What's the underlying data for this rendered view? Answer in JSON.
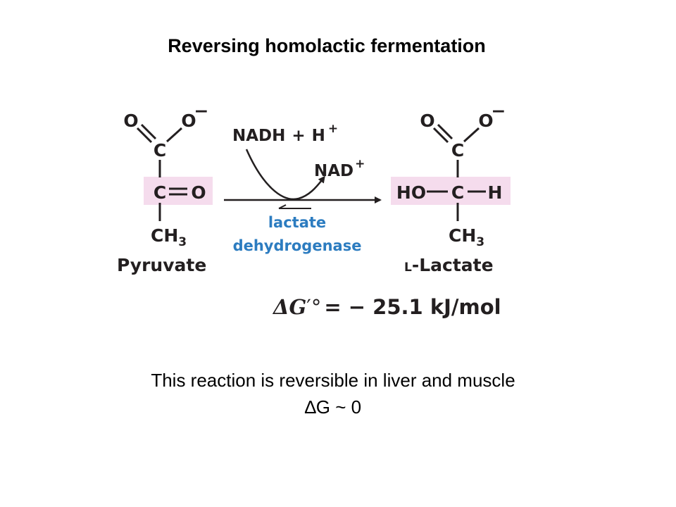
{
  "title": "Reversing homolactic fermentation",
  "pyruvate": {
    "o_left": "O",
    "o_right": "O",
    "charge": "−",
    "c_top": "C",
    "c_mid": "C",
    "o_mid": "O",
    "c_bottom": "C",
    "h_bottom": "H",
    "sub3": "3",
    "name": "Pyruvate"
  },
  "lactate": {
    "o_left": "O",
    "o_right": "O",
    "charge": "−",
    "c_top": "C",
    "ho": "HO",
    "c_mid": "C",
    "h_right": "H",
    "c_bottom": "C",
    "h_bottom": "H",
    "sub3": "3",
    "prefix": "L",
    "name": "-Lactate"
  },
  "cofactors": {
    "nadh": "NADH",
    "plus": "+",
    "h": "H",
    "h_charge": "+",
    "nad": "NAD",
    "nad_charge": "+"
  },
  "enzyme": {
    "line1": "lactate",
    "line2": "dehydrogenase"
  },
  "energy": {
    "delta": "Δ",
    "g": "G",
    "prime_deg": "′°",
    "rest": "= − 25.1 kJ/mol"
  },
  "notes": {
    "line1": "This reaction is reversible in liver and muscle",
    "line2": "∆G ~ 0"
  },
  "colors": {
    "highlight": "#f5dced",
    "enzyme_blue": "#2c7cc0",
    "text": "#231f20",
    "arrow": "#231f20"
  }
}
